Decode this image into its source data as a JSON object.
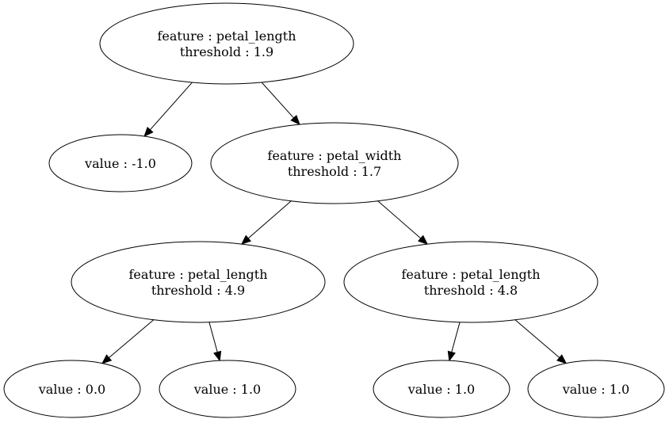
{
  "tree": {
    "nodes": [
      {
        "id": "n0",
        "kind": "split",
        "lines": [
          "feature : petal_length",
          "threshold : 1.9"
        ]
      },
      {
        "id": "n1",
        "kind": "leaf",
        "lines": [
          "value : -1.0"
        ]
      },
      {
        "id": "n2",
        "kind": "split",
        "lines": [
          "feature : petal_width",
          "threshold : 1.7"
        ]
      },
      {
        "id": "n3",
        "kind": "split",
        "lines": [
          "feature : petal_length",
          "threshold : 4.9"
        ]
      },
      {
        "id": "n4",
        "kind": "split",
        "lines": [
          "feature : petal_length",
          "threshold : 4.8"
        ]
      },
      {
        "id": "n5",
        "kind": "leaf",
        "lines": [
          "value : 0.0"
        ]
      },
      {
        "id": "n6",
        "kind": "leaf",
        "lines": [
          "value : 1.0"
        ]
      },
      {
        "id": "n7",
        "kind": "leaf",
        "lines": [
          "value : 1.0"
        ]
      },
      {
        "id": "n8",
        "kind": "leaf",
        "lines": [
          "value : 1.0"
        ]
      }
    ],
    "edges": [
      {
        "from": "n0",
        "to": "n1"
      },
      {
        "from": "n0",
        "to": "n2"
      },
      {
        "from": "n2",
        "to": "n3"
      },
      {
        "from": "n2",
        "to": "n4"
      },
      {
        "from": "n3",
        "to": "n5"
      },
      {
        "from": "n3",
        "to": "n6"
      },
      {
        "from": "n4",
        "to": "n7"
      },
      {
        "from": "n4",
        "to": "n8"
      }
    ]
  }
}
